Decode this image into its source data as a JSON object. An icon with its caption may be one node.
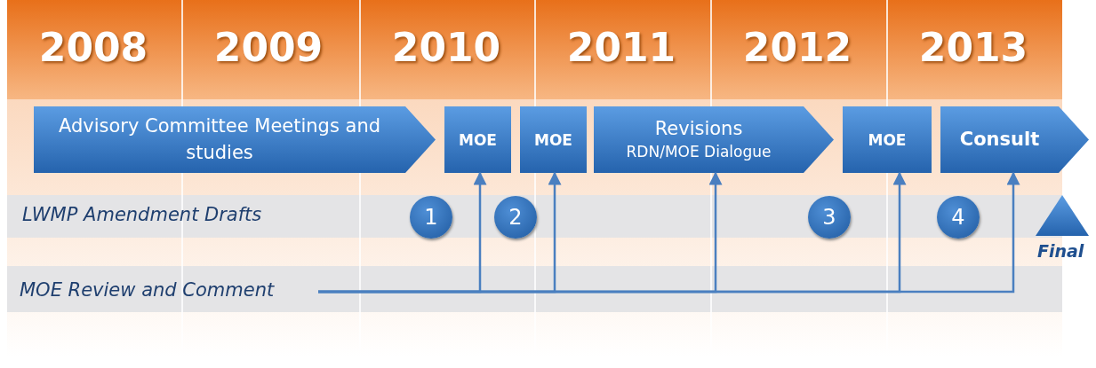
{
  "diagram": {
    "nodes": [
      {
        "text": [
          "Advisory Committee Meetings and studies"
        ]
      },
      {
        "text": [
          "MOE"
        ]
      },
      {
        "text": [
          "MOE"
        ]
      },
      {
        "text": [
          "Revisions",
          "RDN/MOE Dialogue"
        ]
      },
      {
        "text": [
          "MOE"
        ]
      },
      {
        "text": [
          "Consult"
        ]
      },
      {
        "text": [
          "1"
        ]
      },
      {
        "text": [
          "2"
        ]
      },
      {
        "text": [
          "3"
        ]
      },
      {
        "text": [
          "4"
        ]
      },
      {
        "text": [],
        "shape": "triangle",
        "beside": [
          "Final"
        ]
      },
      {
        "text": [
          "MOE Review and Comment"
        ]
      }
    ],
    "edges": [
      {
        "from": 11,
        "to": 1,
        "arrow": "to"
      },
      {
        "from": 11,
        "to": 2,
        "arrow": "to"
      },
      {
        "from": 11,
        "to": 3,
        "arrow": "to"
      },
      {
        "from": 11,
        "to": 4,
        "arrow": "to"
      },
      {
        "from": 11,
        "to": 5,
        "arrow": "to"
      }
    ],
    "labels": [
      "2008",
      "2009",
      "2010",
      "2011",
      "2012",
      "2013",
      "LWMP Amendment Drafts"
    ]
  }
}
